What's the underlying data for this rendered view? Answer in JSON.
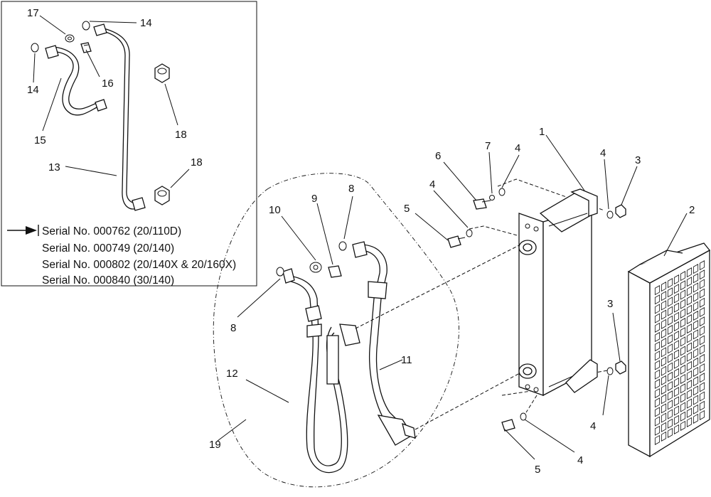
{
  "labels": {
    "l1": "1",
    "l2": "2",
    "l3a": "3",
    "l3b": "3",
    "l4a": "4",
    "l4b": "4",
    "l4c": "4",
    "l4d": "4",
    "l4e": "4",
    "l5a": "5",
    "l5b": "5",
    "l6": "6",
    "l7": "7",
    "l8a": "8",
    "l8b": "8",
    "l9": "9",
    "l10": "10",
    "l11": "11",
    "l12": "12",
    "l13": "13",
    "l14a": "14",
    "l14b": "14",
    "l15": "15",
    "l16": "16",
    "l17": "17",
    "l18a": "18",
    "l18b": "18",
    "l19": "19"
  },
  "serials": [
    "Serial No. 000762 (20/110D)",
    "Serial No. 000749 (20/140)",
    "Serial No. 000802 (20/140X & 20/160X)",
    "Serial No. 000840 (30/140)"
  ],
  "icons": {
    "pointer": "arrow-right-icon"
  }
}
